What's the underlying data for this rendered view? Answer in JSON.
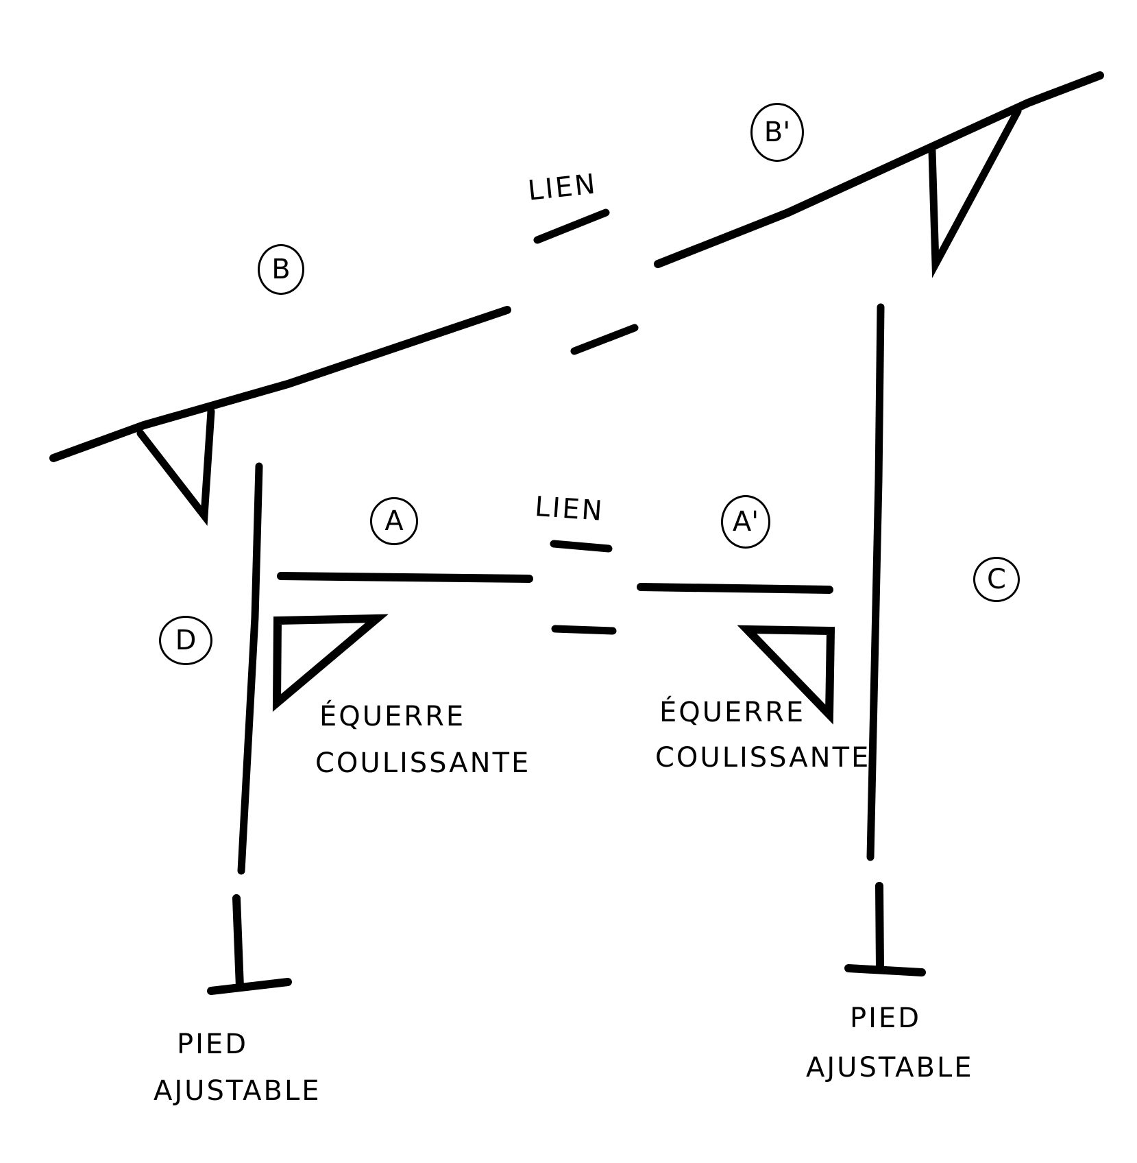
{
  "diagram": {
    "type": "hand-drawn structural sketch",
    "labels": {
      "lien_top": "LIEN",
      "lien_middle": "LIEN",
      "beam_b": "B",
      "beam_b_prime": "B'",
      "beam_a": "A",
      "beam_a_prime": "A'",
      "post_c": "C",
      "post_d": "D",
      "equerre_left_line1": "ÉQUERRE",
      "equerre_left_line2": "COULISSANTE",
      "equerre_right_line1": "ÉQUERRE",
      "equerre_right_line2": "COULISSANTE",
      "pied_left_line1": "PIED",
      "pied_left_line2": "AJUSTABLE",
      "pied_right_line1": "PIED",
      "pied_right_line2": "AJUSTABLE"
    },
    "colors": {
      "ink": "#000000",
      "paper": "#ffffff"
    }
  }
}
